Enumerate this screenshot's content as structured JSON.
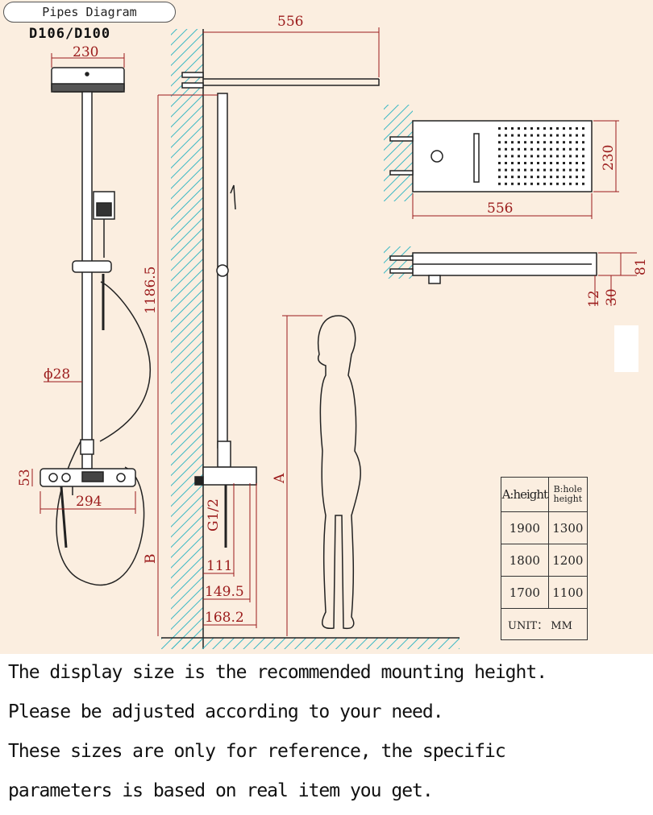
{
  "header": {
    "title": "Pipes Diagram",
    "model": "D106/D100"
  },
  "dimensions": {
    "head_width_front": "230",
    "head_length_side": "556",
    "head_width_top": "230",
    "head_length_top": "556",
    "head_thickness": "81",
    "plate_thickness": "12",
    "arm_height": "30",
    "pipe_height": "1186.5",
    "pipe_diameter": "ϕ28",
    "valve_height": "53",
    "valve_width": "294",
    "thread": "G1/2",
    "offset_1": "111",
    "offset_2": "149.5",
    "offset_3": "168.2",
    "label_a": "A",
    "label_b": "B"
  },
  "table": {
    "col1_header": "A:height",
    "col2_header_line1": "B:hole",
    "col2_header_line2": "height",
    "rows": [
      {
        "a": "1900",
        "b": "1300"
      },
      {
        "a": "1800",
        "b": "1200"
      },
      {
        "a": "1700",
        "b": "1100"
      }
    ],
    "unit": "UNIT： MM"
  },
  "notes": [
    "The display size is the recommended mounting height.",
    "Please be adjusted according to your need.",
    "These sizes are only for reference, the specific",
    "parameters is based on real item you get."
  ],
  "colors": {
    "background": "#fbeee0",
    "dimension": "#9b1b1b",
    "wall_hatch": "#3bb8c4",
    "outline": "#222222"
  }
}
